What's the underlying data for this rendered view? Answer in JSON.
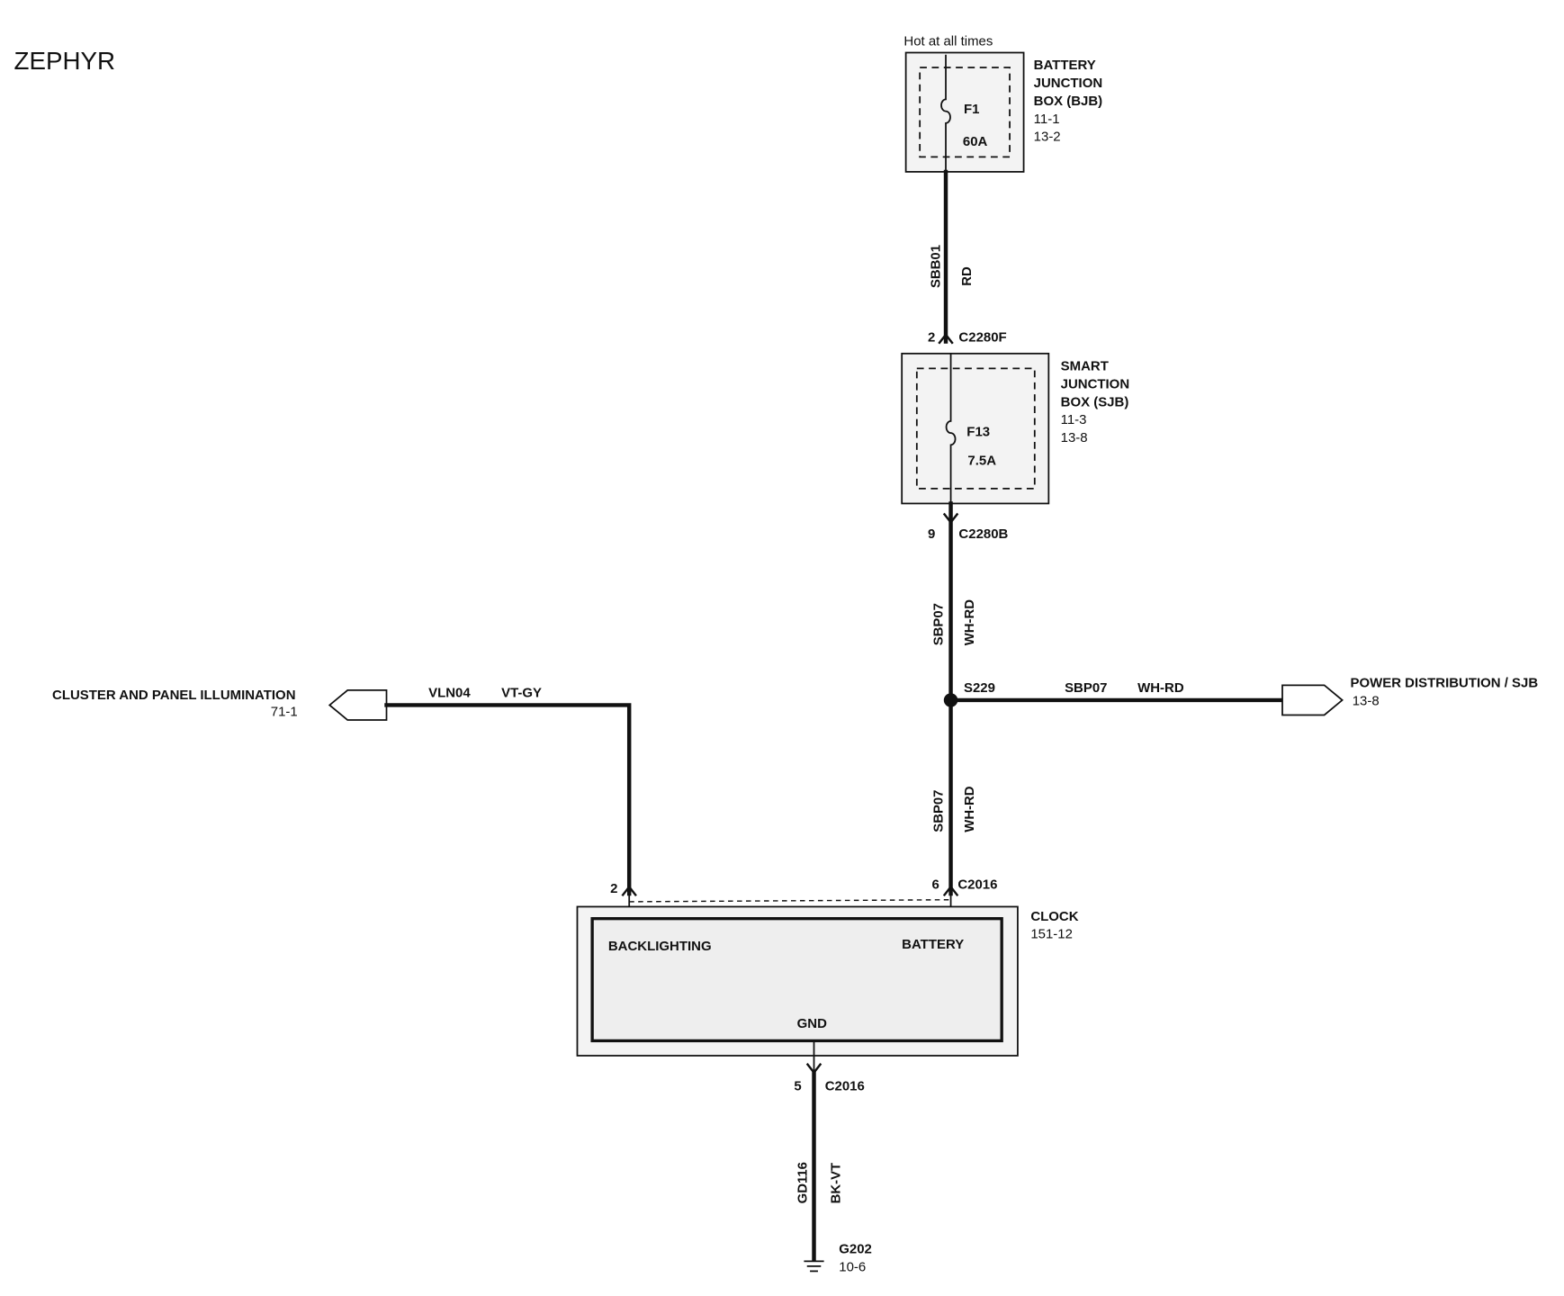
{
  "title": "ZEPHYR",
  "bjb": {
    "note": "Hot at all times",
    "label_lines": [
      "BATTERY",
      "JUNCTION",
      "BOX (BJB)",
      "11-1",
      "13-2"
    ],
    "fuse_name": "F1",
    "fuse_rating": "60A"
  },
  "wire_sbb01": {
    "circuit": "SBB01",
    "color": "RD"
  },
  "c2280f": {
    "pin": "2",
    "name": "C2280F"
  },
  "sjb": {
    "label_lines": [
      "SMART",
      "JUNCTION",
      "BOX (SJB)",
      "11-3",
      "13-8"
    ],
    "fuse_name": "F13",
    "fuse_rating": "7.5A"
  },
  "c2280b": {
    "pin": "9",
    "name": "C2280B"
  },
  "wire_sbp07_upper": {
    "circuit": "SBP07",
    "color": "WH-RD"
  },
  "splice": {
    "name": "S229"
  },
  "wire_sbp07_right": {
    "circuit": "SBP07",
    "color": "WH-RD"
  },
  "power_dist": {
    "label": "POWER DISTRIBUTION / SJB",
    "ref": "13-8"
  },
  "cluster": {
    "label": "CLUSTER AND PANEL ILLUMINATION",
    "ref": "71-1"
  },
  "wire_vln04": {
    "circuit": "VLN04",
    "color": "VT-GY"
  },
  "wire_sbp07_lower": {
    "circuit": "SBP07",
    "color": "WH-RD"
  },
  "c2016_top_left": {
    "pin": "2"
  },
  "c2016_top_right": {
    "pin": "6",
    "name": "C2016"
  },
  "clock": {
    "label": "CLOCK",
    "ref": "151-12",
    "backlighting": "BACKLIGHTING",
    "battery": "BATTERY",
    "gnd": "GND"
  },
  "c2016_bottom": {
    "pin": "5",
    "name": "C2016"
  },
  "wire_gd116": {
    "circuit": "GD116",
    "color": "BK-VT"
  },
  "ground": {
    "name": "G202",
    "ref": "10-6"
  }
}
